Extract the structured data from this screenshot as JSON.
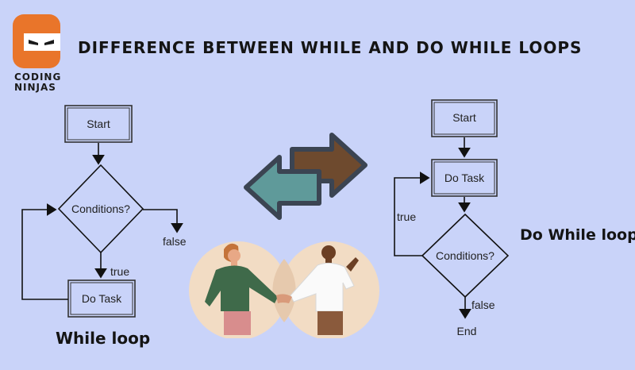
{
  "header": {
    "title": "DIFFERENCE BETWEEN WHILE AND DO WHILE LOOPS",
    "logo": {
      "line1": "CODING",
      "line2": "NINJAS",
      "tagline": ""
    }
  },
  "while_flow": {
    "start": "Start",
    "condition": "Conditions?",
    "true_label": "true",
    "false_label": "false",
    "task": "Do Task",
    "caption": "While loop"
  },
  "do_while_flow": {
    "start": "Start",
    "task": "Do Task",
    "condition": "Conditions?",
    "true_label": "true",
    "false_label": "false",
    "end": "End",
    "caption": "Do While loop"
  },
  "colors": {
    "background": "#c9d3f9",
    "brand_orange": "#e9752a",
    "arrow_brown": "#6e4a2e",
    "arrow_teal": "#5f9a9a",
    "arrow_outline": "#3b4452",
    "circle": "#f2dcc4"
  },
  "icons": [
    "coding-ninjas-logo",
    "swap-arrows-icon",
    "handshake-illustration"
  ]
}
